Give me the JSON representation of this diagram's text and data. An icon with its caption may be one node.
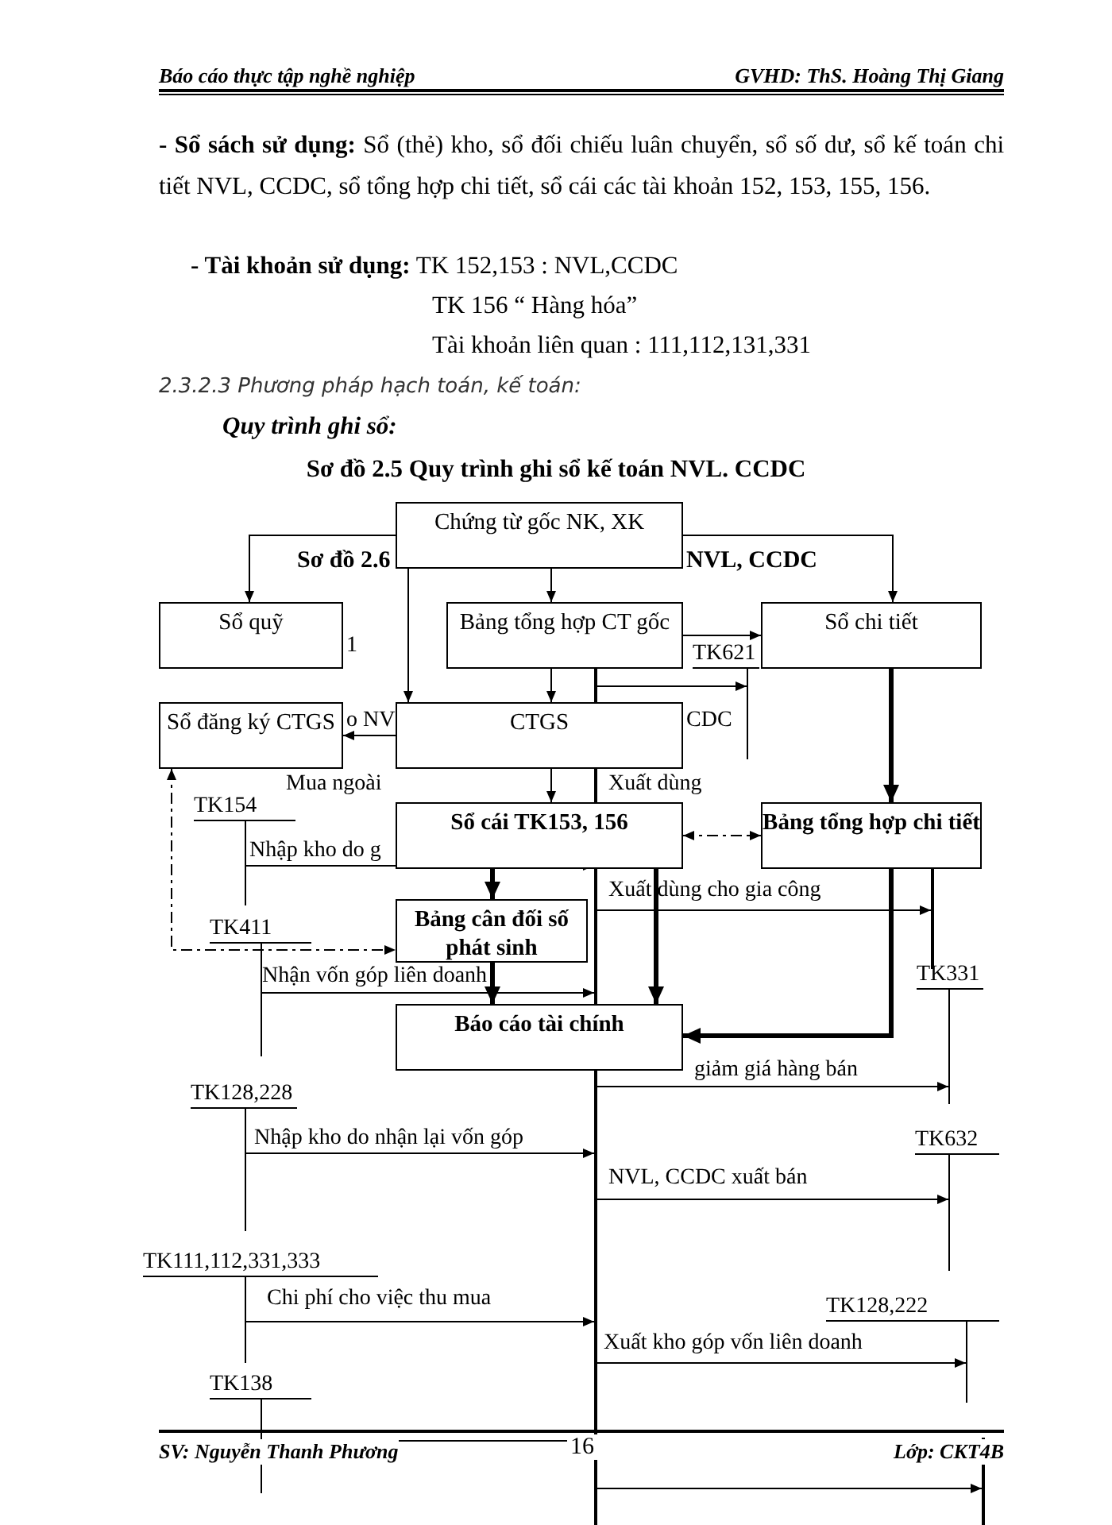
{
  "diagram": {
    "title": "Sơ đồ 2.5 Quy trình ghi sổ kế toán NVL. CCDC",
    "nodes": [
      {
        "text": [
          "Chứng từ gốc NK, XK"
        ]
      },
      {
        "text": [
          "Sổ quỹ"
        ]
      },
      {
        "text": [
          "Bảng tổng hợp CT gốc"
        ]
      },
      {
        "text": [
          "Sổ chi tiết"
        ]
      },
      {
        "text": [
          "Sổ đăng ký CTGS"
        ]
      },
      {
        "text": [
          "CTGS"
        ]
      },
      {
        "text": [
          "Sổ cái TK153, 156"
        ]
      },
      {
        "text": [
          "Bảng tổng hợp chi tiết"
        ]
      },
      {
        "text": [
          "Bảng cân đối số phát sinh"
        ]
      },
      {
        "text": [
          "Báo cáo tài chính"
        ]
      },
      {
        "text": [
          "TK621"
        ]
      },
      {
        "text": [
          "TK154"
        ]
      },
      {
        "text": [
          "TK411"
        ]
      },
      {
        "text": [
          "TK331"
        ]
      },
      {
        "text": [
          "TK128,228"
        ]
      },
      {
        "text": [
          "TK632"
        ]
      },
      {
        "text": [
          "TK111,112,331,333"
        ]
      },
      {
        "text": [
          "TK128,222"
        ]
      },
      {
        "text": [
          "TK138"
        ]
      },
      {
        "text": [],
        "shape": "bar"
      },
      {
        "text": [],
        "shape": "bar"
      },
      {
        "text": [],
        "shape": "bar"
      }
    ],
    "edges": [
      {
        "from": 0,
        "to": 1,
        "arrow": "to"
      },
      {
        "from": 0,
        "to": 2,
        "arrow": "to"
      },
      {
        "from": 0,
        "to": 3,
        "arrow": "to"
      },
      {
        "from": 0,
        "to": 5,
        "arrow": "to"
      },
      {
        "from": 2,
        "to": 5,
        "arrow": "to"
      },
      {
        "from": 2,
        "to": 3,
        "arrow": "to"
      },
      {
        "from": 5,
        "to": 4,
        "arrow": "to"
      },
      {
        "from": 5,
        "to": 6,
        "arrow": "to"
      },
      {
        "from": 3,
        "to": 7,
        "arrow": "to",
        "style": "thick"
      },
      {
        "from": 6,
        "to": 7,
        "arrow": "both",
        "style": "dashed"
      },
      {
        "from": 6,
        "to": 8,
        "arrow": "to",
        "style": "thick"
      },
      {
        "from": 6,
        "to": 9,
        "arrow": "to",
        "style": "thick"
      },
      {
        "from": 8,
        "to": 9,
        "arrow": "to",
        "style": "thick"
      },
      {
        "from": 7,
        "to": 9,
        "arrow": "to",
        "style": "thick"
      },
      {
        "from": 4,
        "to": 8,
        "arrow": "both",
        "style": "dashed"
      },
      {
        "from": 11,
        "to": 19,
        "arrow": "to",
        "label": "Nhập kho do g"
      },
      {
        "from": 12,
        "to": 19,
        "arrow": "to",
        "label": "Nhận vốn góp liên doanh"
      },
      {
        "from": 14,
        "to": 19,
        "arrow": "to",
        "label": "Nhập kho do nhận lại vốn góp"
      },
      {
        "from": 16,
        "to": 19,
        "arrow": "to",
        "label": "Chi phí cho việc thu mua"
      },
      {
        "from": 18,
        "to": 19,
        "arrow": "to"
      },
      {
        "from": 19,
        "to": 10,
        "arrow": "to"
      },
      {
        "from": 19,
        "to": 20,
        "arrow": "to",
        "label": "Xuất dùng cho gia công"
      },
      {
        "from": 19,
        "to": 13,
        "arrow": "to",
        "label": "giảm giá hàng bán"
      },
      {
        "from": 19,
        "to": 15,
        "arrow": "to",
        "label": "NVL, CCDC xuất bán"
      },
      {
        "from": 19,
        "to": 17,
        "arrow": "to",
        "label": "Xuất kho góp vốn liên doanh"
      },
      {
        "from": 19,
        "to": 21,
        "arrow": "to"
      }
    ],
    "labels": [
      "Báo cáo thực tập nghề nghiệp",
      "GVHD: ThS. Hoàng Thị Giang",
      "**- Sổ sách sử dụng:** Sổ (thẻ) kho, sổ đối chiếu luân chuyển, sổ số dư, sổ kế toán chi tiết NVL, CCDC, sổ tổng hợp chi tiết, sổ cái các tài khoản 152, 153, 155, 156.",
      "**- Tài khoản sử dụng:** TK 152,153 : NVL,CCDC",
      "TK 156 “ Hàng hóa”",
      "Tài khoản liên quan : 111,112,131,331",
      "2.3.2.3 Phương pháp hạch toán, kế toán:",
      "Quy trình ghi sổ:",
      "Sơ đồ 2.6",
      "NVL, CCDC",
      "1",
      "o NV",
      "CDC",
      "Mua ngoài",
      "Xuất dùng",
      "SV: Nguyễn Thanh Phương",
      "16",
      "Lớp: CKT4B"
    ]
  }
}
